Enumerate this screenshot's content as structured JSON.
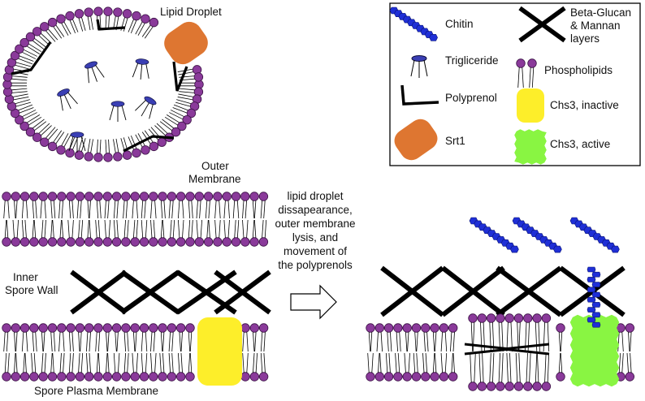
{
  "labels": {
    "lipid_droplet": "Lipid Droplet",
    "outer_membrane_1": "Outer",
    "outer_membrane_2": "Membrane",
    "inner_spore_wall_1": "Inner",
    "inner_spore_wall_2": "Spore Wall",
    "spore_plasma_membrane": "Spore Plasma Membrane",
    "process_lines": [
      "lipid droplet",
      "dissapearance,",
      "outer membrane",
      "lysis, and",
      "movement of",
      "the polyprenols"
    ]
  },
  "legend": {
    "chitin": "Chitin",
    "triglyceride": "Trigliceride",
    "polyprenol": "Polyprenol",
    "srt1": "Srt1",
    "glucan_lines": [
      "Beta-Glucan",
      "& Mannan",
      "layers"
    ],
    "phospholipids": "Phospholipids",
    "chs3_inactive": "Chs3, inactive",
    "chs3_active": "Chs3, active"
  },
  "colors": {
    "phospholipid_head": "#8a3a9a",
    "phospholipid_head_stroke": "#3c1346",
    "chitin": "#1f2fd6",
    "triglyceride_head": "#3a3fb4",
    "srt1": "#de7631",
    "chs3_inactive": "#fdee2a",
    "chs3_active": "#89f542",
    "wall": "#000000"
  }
}
